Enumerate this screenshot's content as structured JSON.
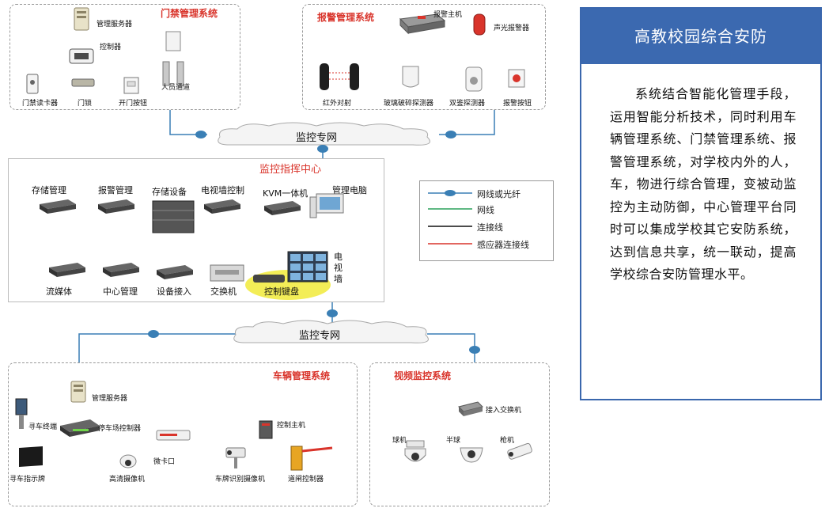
{
  "panel": {
    "title": "高教校园综合安防",
    "body": "系统结合智能化管理手段，运用智能分析技术，同时利用车辆管理系统、门禁管理系统、报警管理系统，对学校内外的人，车，物进行综合管理，变被动监控为主动防御，中心管理平台同时可以集成学校其它安防系统，达到信息共享，统一联动，提高学校综合安防管理水平。"
  },
  "access_control": {
    "title": "门禁管理系统",
    "server": "管理服务器",
    "controller": "控制器",
    "card_reader": "门禁读卡器",
    "door_lock": "门锁",
    "door_button": "开门按钮",
    "passage": "人员通道"
  },
  "alarm": {
    "title": "报警管理系统",
    "host": "报警主机",
    "siren": "声光报警器",
    "infrared": "红外对射",
    "glass": "玻璃破碎探测器",
    "dual": "双鉴探测器",
    "button": "报警按钮"
  },
  "network_top": "监控专网",
  "network_mid": "监控专网",
  "center": {
    "title": "监控指挥中心",
    "storage_mgmt": "存储管理",
    "alarm_mgmt": "报警管理",
    "storage_dev": "存储设备",
    "tvwall_ctrl": "电视墙控制",
    "kvm": "KVM一体机",
    "mgmt_pc": "管理电脑",
    "stream": "流媒体",
    "center_mgmt": "中心管理",
    "device_access": "设备接入",
    "switch": "交换机",
    "keyboard": "控制键盘",
    "tvwall": "电视墙"
  },
  "legend": {
    "items": [
      {
        "label": "网线或光纤",
        "color": "#3a7fb5"
      },
      {
        "label": "网线",
        "color": "#2aa05a"
      },
      {
        "label": "连接线",
        "color": "#111111"
      },
      {
        "label": "感应器连接线",
        "color": "#d9342b"
      }
    ]
  },
  "vehicle": {
    "title": "车辆管理系统",
    "server": "管理服务器",
    "kiosk": "寻车终端",
    "parking_ctrl": "停车场控制器",
    "sign": "寻车指示牌",
    "hd_camera": "高清摄像机",
    "micro_gate": "微卡口",
    "plate_camera": "车牌识别摄像机",
    "ctrl_host": "控制主机",
    "barrier": "道闸控制器"
  },
  "video": {
    "title": "视频监控系统",
    "switch": "接入交换机",
    "dome": "球机",
    "half_dome": "半球",
    "bullet": "枪机"
  }
}
